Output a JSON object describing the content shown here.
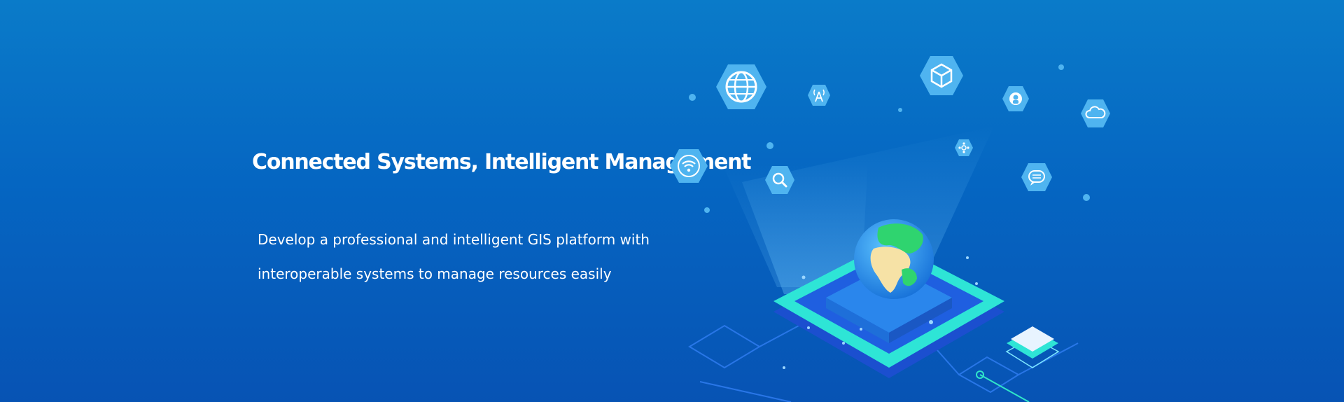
{
  "hero": {
    "title": "Connected Systems, Intelligent Management",
    "description_line_1": "Develop a professional and intelligent GIS platform with",
    "description_line_2": "interoperable systems to manage resources easily"
  },
  "colors": {
    "background_top": "#0a7bc9",
    "background_bottom": "#0753b4",
    "hex_fill": "#4fb4f0",
    "platform_cyan": "#2ee5d6",
    "platform_blue": "#1f5fe0"
  },
  "icons": [
    "globe-icon",
    "signal-tower-icon",
    "cube-icon",
    "contact-icon",
    "cloud-icon",
    "wifi-icon",
    "search-icon",
    "network-icon",
    "chat-icon"
  ]
}
